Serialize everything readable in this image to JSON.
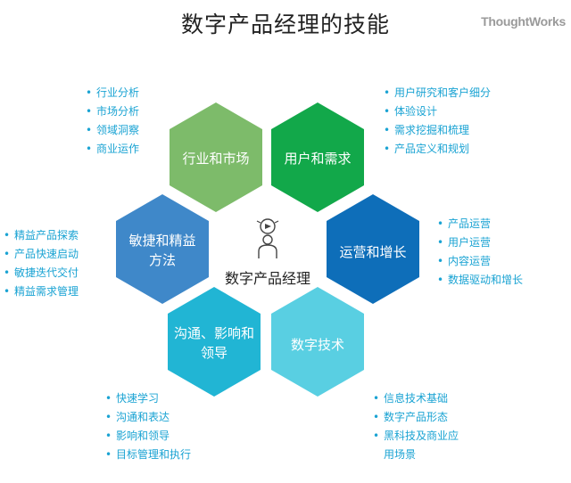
{
  "title": "数字产品经理的技能",
  "brand": "ThoughtWorks",
  "center": "数字产品经理",
  "colors": {
    "industry": "#7dbb6a",
    "user": "#12a84a",
    "agile": "#3f88c9",
    "ops": "#0e6eb9",
    "comm": "#21b5d4",
    "tech": "#59cfe2",
    "list_text": "#1aa3d3"
  },
  "hexes": {
    "industry": "行业和市场",
    "user": "用户和需求",
    "agile_line1": "敏捷和精益",
    "agile_line2": "方法",
    "ops": "运营和增长",
    "comm_line1": "沟通、影响和",
    "comm_line2": "领导",
    "tech": "数字技术"
  },
  "lists": {
    "industry": [
      "行业分析",
      "市场分析",
      "领域洞察",
      "商业运作"
    ],
    "user": [
      "用户研究和客户细分",
      "体验设计",
      "需求挖掘和梳理",
      "产品定义和规划"
    ],
    "agile": [
      "精益产品探索",
      "产品快速启动",
      "敏捷迭代交付",
      "精益需求管理"
    ],
    "ops": [
      "产品运营",
      "用户运营",
      "内容运营",
      "数据驱动和增长"
    ],
    "comm": [
      "快速学习",
      "沟通和表达",
      "影响和领导",
      "目标管理和执行"
    ],
    "tech": [
      "信息技术基础",
      "数字产品形态",
      "黑科技及商业应",
      "用场景"
    ]
  }
}
